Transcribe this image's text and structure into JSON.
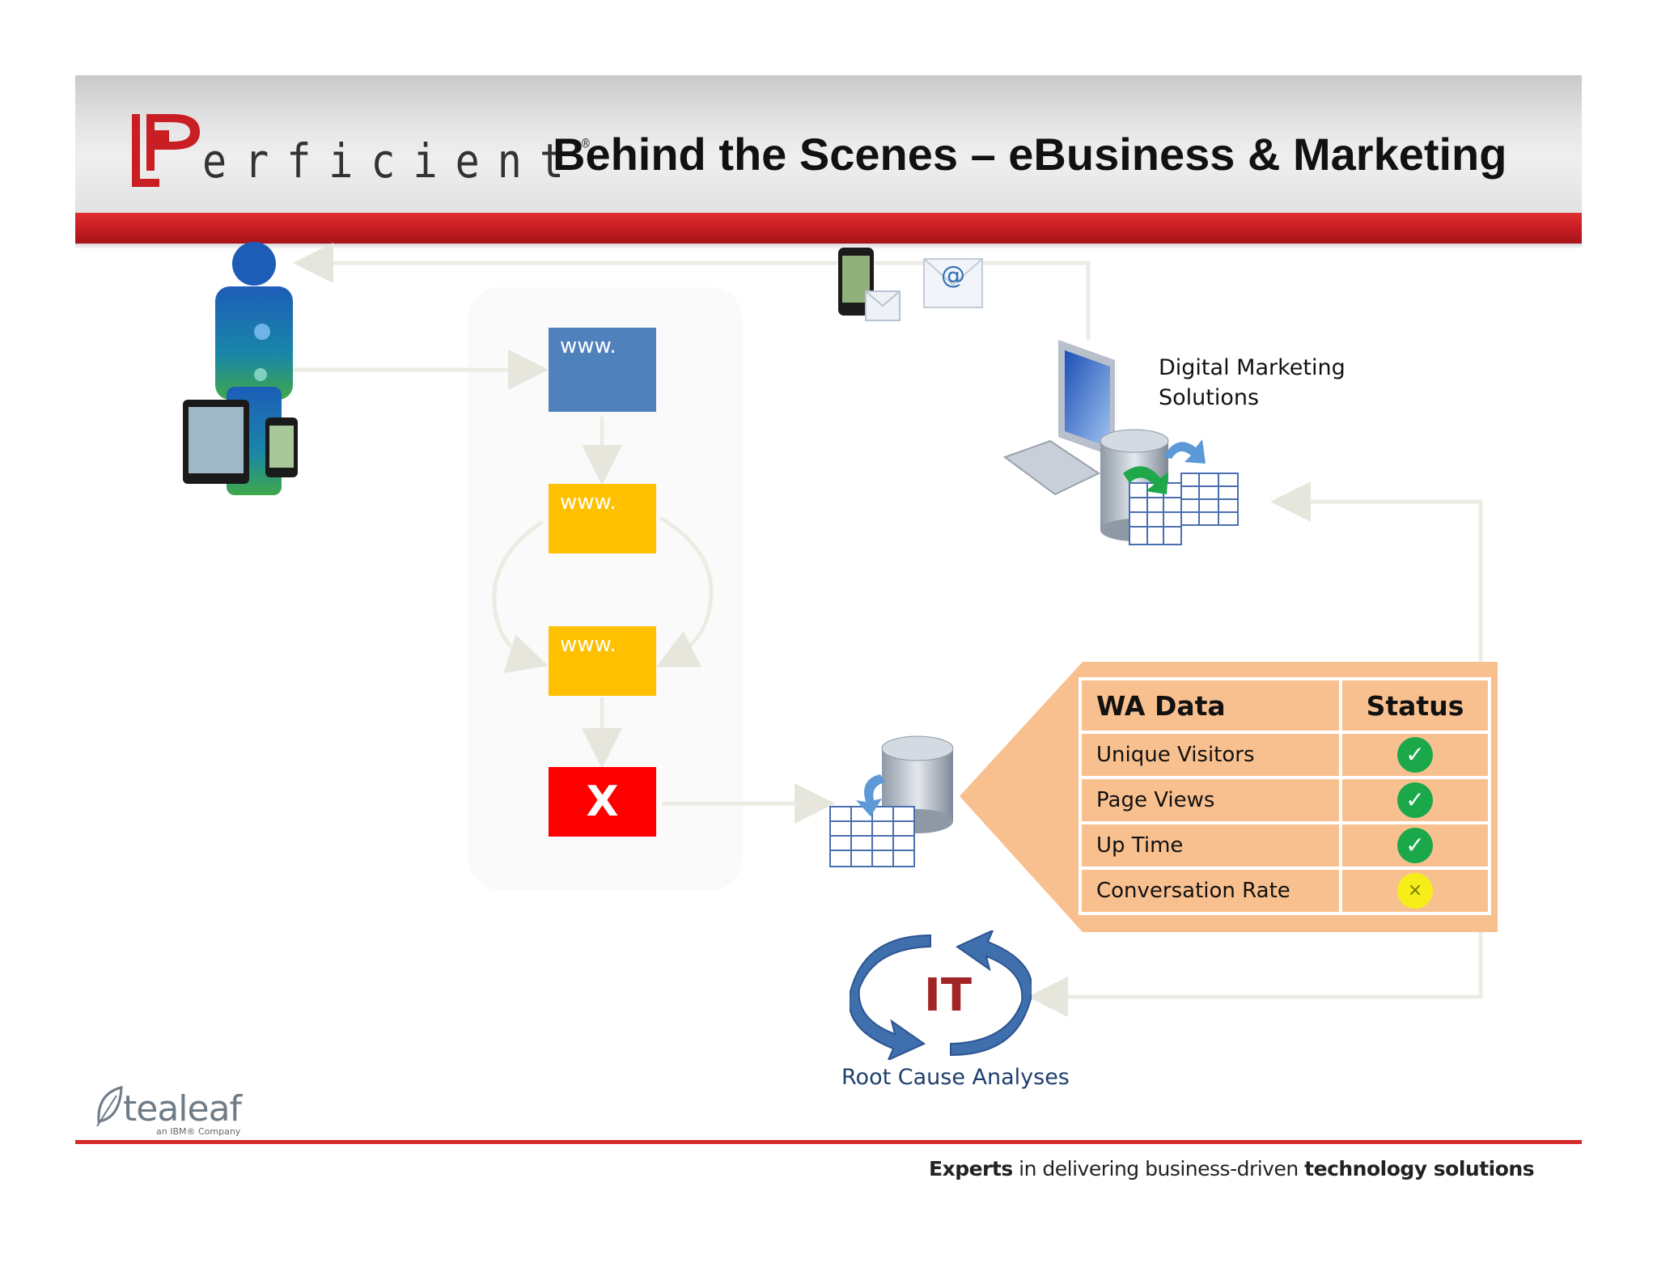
{
  "header": {
    "logo_text": "erficient",
    "logo_trademark": "®",
    "title": "Behind the Scenes – eBusiness & Marketing"
  },
  "flow": {
    "www_labels": [
      "www.",
      "www.",
      "www."
    ],
    "error_label": "X"
  },
  "digital_marketing": {
    "line1": "Digital Marketing",
    "line2": "Solutions"
  },
  "wa_table": {
    "headers": [
      "WA Data",
      "Status"
    ],
    "rows": [
      {
        "metric": "Unique Visitors",
        "status": "ok"
      },
      {
        "metric": "Page Views",
        "status": "ok"
      },
      {
        "metric": "Up Time",
        "status": "ok"
      },
      {
        "metric": "Conversation Rate",
        "status": "warn"
      }
    ],
    "status_symbols": {
      "ok": "✓",
      "warn": "×"
    }
  },
  "root_cause": {
    "badge": "IT",
    "label": "Root Cause Analyses"
  },
  "footer": {
    "tealeaf_logo": "tealeaf",
    "tealeaf_sub": "an IBM® Company",
    "tagline_strong1": "Experts",
    "tagline_mid": " in delivering business-driven ",
    "tagline_strong2": "technology solutions"
  },
  "colors": {
    "accent_red": "#c81e24",
    "www_blue": "#4f81bd",
    "www_yellow": "#ffc000",
    "error_red": "#ff0000",
    "table_orange": "#f9c08f",
    "ok_green": "#1aa84a",
    "warn_yellow": "#f5ee18"
  }
}
